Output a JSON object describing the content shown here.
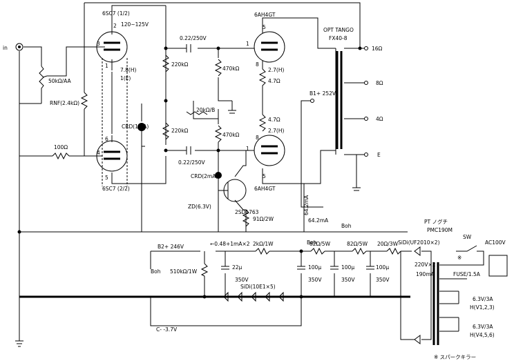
{
  "labels": {
    "in": "in",
    "tube_v1_name": "6SC7 (1/2)",
    "tube_v1_pin2": "2",
    "tube_v1_pin3": "3",
    "tube_v1_pin1": "1",
    "tube_v2_name": "6SC7 (2/2)",
    "tube_v2_pin6": "6",
    "tube_v2_pin4": "4",
    "tube_v2_pin5": "5",
    "v1_plate_v": "120~125V",
    "vr_input": "50kΩ/AA",
    "k_res": "7.8(H)",
    "k_res2": "1(E)",
    "nfb_res": "RNF(2.4kΩ)",
    "grid_res": "100Ω",
    "crd1": "CRD(1mA)",
    "r220a": "220kΩ",
    "r220b": "220kΩ",
    "cap1": "0.22/250V",
    "cap2": "0.22/250V",
    "r470a": "470kΩ",
    "r470b": "470kΩ",
    "vr_bal": "20kΩ/B",
    "crd2": "CRD(2mA)",
    "zd": "ZD(6.3V)",
    "tr": "2SD1763",
    "r91": "91Ω/2W",
    "out_tube_top": "6AH4GT",
    "out_tube_bot": "6AH4GT",
    "pin5_top": "5",
    "pin8_top": "8",
    "pin1_top": "1",
    "pin8_bot": "8",
    "pin5_bot": "5",
    "pin1_bot": "1",
    "h27_top": "2.7(H)",
    "r47_top": "4.7Ω",
    "r47_bot": "4.7Ω",
    "h27_bot": "2.7(H)",
    "opt_name": "OPT TANGO",
    "opt_model": "FX40-8",
    "b_plus": "B1+ 252V",
    "out16": "16Ω",
    "out8": "8Ω",
    "out4": "4Ω",
    "oute": "E",
    "cur64a": "64.2mA",
    "cur64b": "64.2mA",
    "boh1": "Boh",
    "boh2": "Boh",
    "boh3": "Boh",
    "b2_plus": "B2+ 246V",
    "cur048": "←0.48+1mA×2",
    "r2k": "2kΩ/1W",
    "r82a": "82Ω/5W",
    "r82b": "82Ω/5W",
    "r20": "20Ω/3W",
    "r510": "510kΩ/1W",
    "c22": "22μ",
    "c22v": "350V",
    "c100a": "100μ",
    "c100av": "350V",
    "c100b": "100μ",
    "c100bv": "350V",
    "c100c": "100μ",
    "c100cv": "350V",
    "sidi_chain": "SiDi(10E1×5)",
    "cminus": "C- -3.7V",
    "pt": "PT ノグチ",
    "pt_model": "PMC190M",
    "sidi_rect": "SiDi(UF2010×2)",
    "pt_hv": "220V×2",
    "pt_ma": "190mA",
    "sw": "SW",
    "ac": "AC100V",
    "fuse": "FUSE/1.5A",
    "h1": "6.3V/3A",
    "h1b": "H(V1,2,3)",
    "h2": "6.3V/3A",
    "h2b": "H(V4,5,6)",
    "note_mark": "※",
    "note": "※ スパークキラー"
  }
}
